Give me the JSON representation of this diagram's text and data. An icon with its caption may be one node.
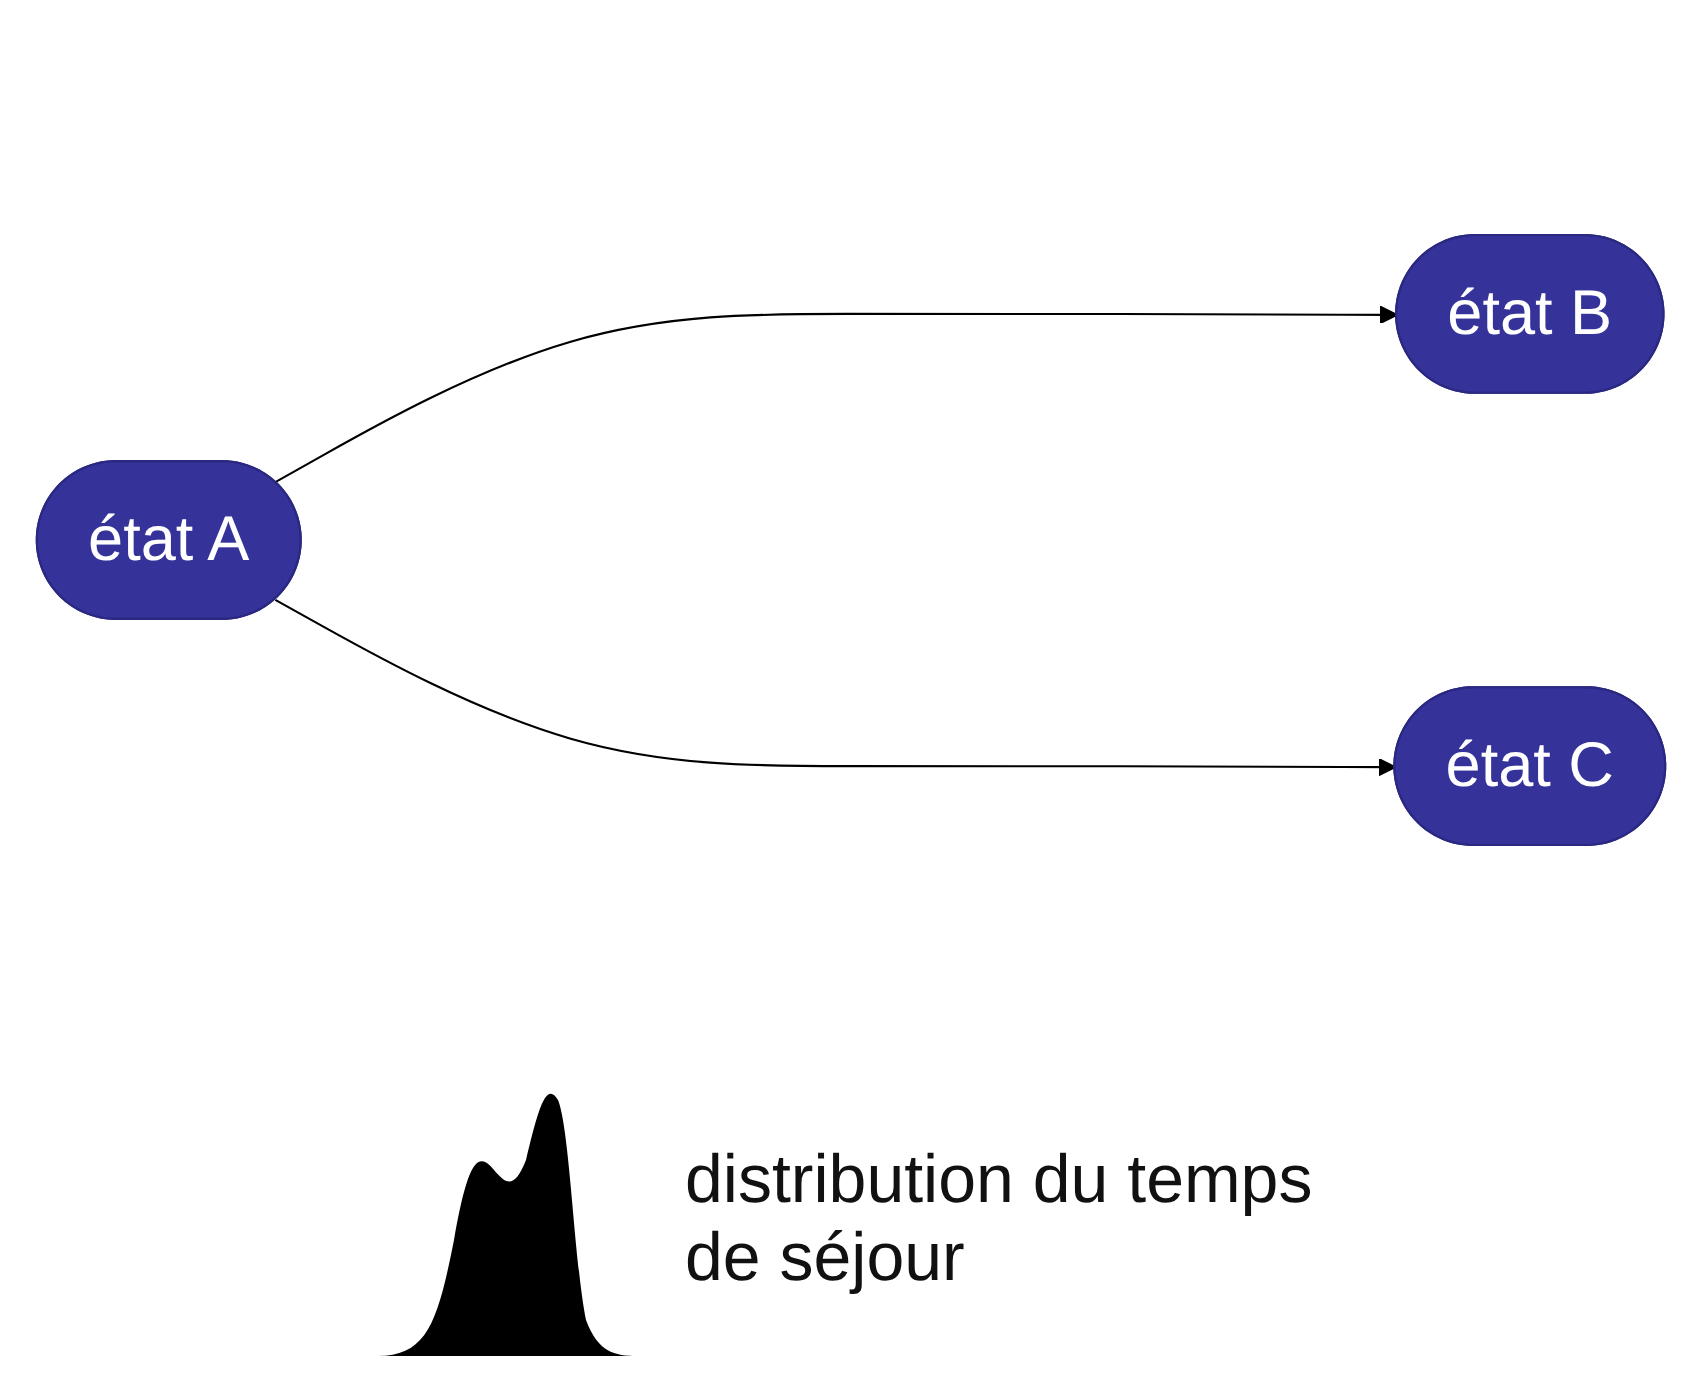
{
  "diagram": {
    "nodes": [
      {
        "text": [
          "état A"
        ]
      },
      {
        "text": [
          "état B"
        ]
      },
      {
        "text": [
          "état C"
        ]
      }
    ],
    "edges": [
      {
        "from": 0,
        "to": 1,
        "arrow": "to"
      },
      {
        "from": 0,
        "to": 2,
        "arrow": "to"
      }
    ],
    "labels": [
      "distribution du temps de séjour"
    ]
  }
}
